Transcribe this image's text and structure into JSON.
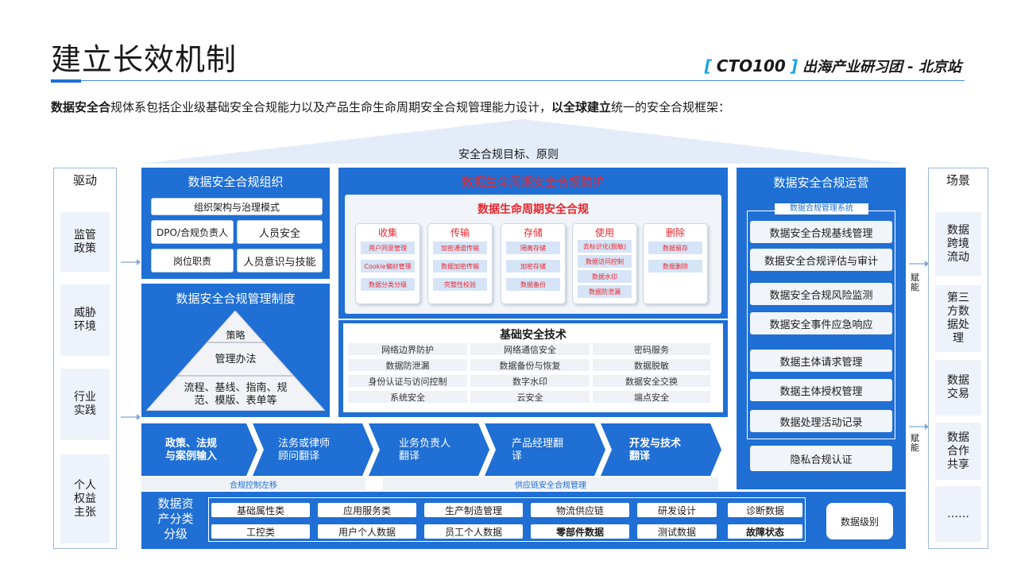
{
  "header": {
    "title": "建立长效机制",
    "brand_bracket_open": "[",
    "brand_cto": "CTO100",
    "brand_bracket_close": "]",
    "brand_tagline": "出海产业研习团 - 北京站"
  },
  "intro": {
    "b1": "数据安全合",
    "t1": "规体系包括企业级基础安全合规能力以及产品生命生命周期安全合规管理能力设计，",
    "b2": "以全球建立",
    "t2": "统一的安全合规框架："
  },
  "capstone": {
    "label": "安全合规目标、原则"
  },
  "drivers": {
    "title": "驱动",
    "items": [
      "监管\n政策",
      "威胁\n环境",
      "行业\n实践",
      "个人\n权益\n主张"
    ]
  },
  "scenes": {
    "title": "场景",
    "items": [
      "数据\n跨境\n流动",
      "第三\n方数\n据处\n理",
      "数据\n交易",
      "数据\n合作\n共享",
      "……"
    ]
  },
  "org": {
    "title": "数据安全合规组织",
    "mode": "组织架构与治理模式",
    "dpo": "DPO/合规负责人",
    "staff_security": "人员安全",
    "duties": "岗位职责",
    "awareness": "人员意识与技能"
  },
  "policy": {
    "title": "数据安全合规管理制度",
    "strategy": "策略",
    "methods": "管理办法",
    "process": "流程、基线、指南、规\n范、模版、表单等"
  },
  "lifecycle": {
    "title": "数据生命周期安全合规防护",
    "inner_title": "数据生命周期安全合规",
    "columns": [
      {
        "head": "收集",
        "cells": [
          "用户同意管理",
          "Cookie偏好管理",
          "数据分类分级"
        ]
      },
      {
        "head": "传输",
        "cells": [
          "加密通道传输",
          "数据加密传输",
          "完整性校验"
        ]
      },
      {
        "head": "存储",
        "cells": [
          "隔离存储",
          "加密存储",
          "数据备份"
        ]
      },
      {
        "head": "使用",
        "cells": [
          "去标识化(脱敏)",
          "数据访问控制",
          "数据水印",
          "数据防泄漏"
        ]
      },
      {
        "head": "删除",
        "cells": [
          "数据留存",
          "数据删除"
        ]
      }
    ]
  },
  "basic_tech": {
    "title": "基础安全技术",
    "cells": [
      "网络边界防护",
      "网络通信安全",
      "密码服务",
      "数据防泄漏",
      "数据备份与恢复",
      "数据脱敏",
      "身份认证与访问控制",
      "数字水印",
      "数据安全交换",
      "系统安全",
      "云安全",
      "端点安全"
    ]
  },
  "ops": {
    "title": "数据安全合规运营",
    "system_label": "数据合规管理系统",
    "items": [
      "数据安全合规基线管理",
      "数据安全合规评估与审计",
      "数据安全合规风险监测",
      "数据安全事件应急响应",
      "数据主体请求管理",
      "数据主体授权管理",
      "数据处理活动记录"
    ],
    "privacy": "隐私合规认证"
  },
  "empower": {
    "label": "赋\n能"
  },
  "flow": {
    "steps": [
      "政策、法规\n与案例输入",
      "法务或律师\n顾问翻译",
      "业务负责人\n翻译",
      "产品经理翻\n译",
      "开发与技术\n翻译"
    ],
    "band_left": "合规控制左移",
    "band_right": "供应链安全合规管理"
  },
  "classification": {
    "title": "数据资\n产分类\n分级",
    "row1": [
      "基础属性类",
      "应用服务类",
      "生产制造管理",
      "物流供应链",
      "研发设计",
      "诊断数据"
    ],
    "row2": [
      "工控类",
      "用户个人数据",
      "员工个人数据",
      "零部件数据",
      "测试数据",
      "故障状态"
    ],
    "level": "数据级别"
  },
  "colors": {
    "primary": "#1f6fd4",
    "accent_red": "#e8262d",
    "brand_cyan": "#18a4e0"
  }
}
